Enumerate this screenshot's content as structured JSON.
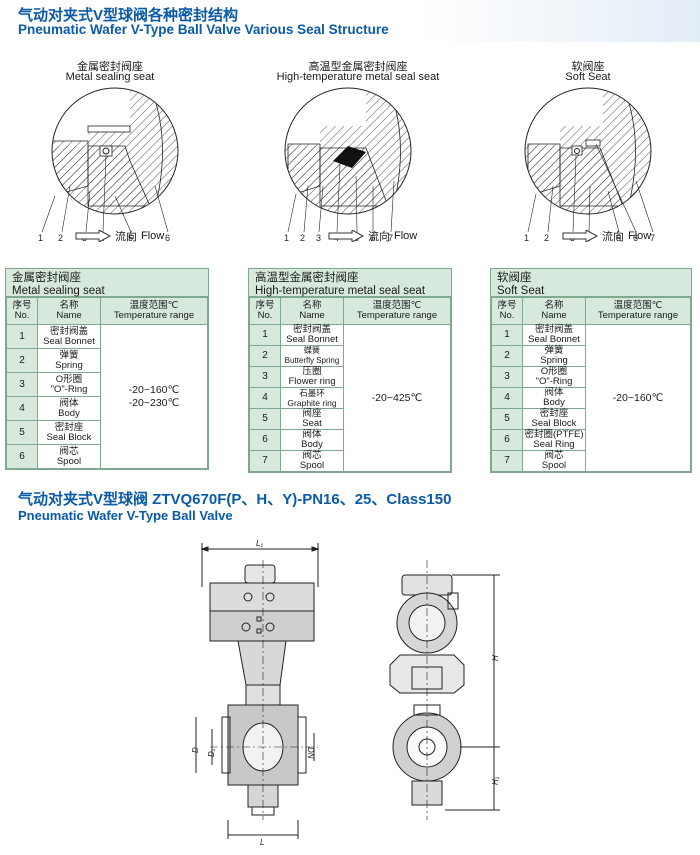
{
  "header": {
    "title_cn": "气动对夹式V型球阀各种密封结构",
    "title_en": "Pneumatic Wafer V-Type Ball Valve Various Seal Structure"
  },
  "diagrams": [
    {
      "cap_cn": "金属密封阀座",
      "cap_en": "Metal sealing seat",
      "labels": [
        "1",
        "2",
        "3",
        "4",
        "5",
        "6"
      ]
    },
    {
      "cap_cn": "高温型金属密封阀座",
      "cap_en": "High-temperature metal seal seat",
      "labels": [
        "1",
        "2",
        "3",
        "4",
        "5",
        "6",
        "7"
      ]
    },
    {
      "cap_cn": "软阀座",
      "cap_en": "Soft Seat",
      "labels": [
        "1",
        "2",
        "3",
        "4",
        "5",
        "6",
        "7"
      ]
    }
  ],
  "flow": {
    "cn": "流向",
    "en": "Flow"
  },
  "table_headers": {
    "no_cn": "序号",
    "no_en": "No.",
    "name_cn": "名称",
    "name_en": "Name",
    "temp_cn": "温度范围℃",
    "temp_en": "Temperature range"
  },
  "tables": [
    {
      "title_cn": "金属密封阀座",
      "title_en": "Metal sealing seat",
      "rows": [
        {
          "no": "1",
          "cn": "密封阀盖",
          "en": "Seal Bonnet"
        },
        {
          "no": "2",
          "cn": "弹簧",
          "en": "Spring"
        },
        {
          "no": "3",
          "cn": "O形圈",
          "en": "\"O\"-Ring"
        },
        {
          "no": "4",
          "cn": "阀体",
          "en": "Body"
        },
        {
          "no": "5",
          "cn": "密封座",
          "en": "Seal Block"
        },
        {
          "no": "6",
          "cn": "阀芯",
          "en": "Spool"
        }
      ],
      "range": [
        "-20~160℃",
        "-20~230℃"
      ]
    },
    {
      "title_cn": "高温型金属密封阀座",
      "title_en": "High-temperature metal seal seat",
      "rows": [
        {
          "no": "1",
          "cn": "密封阀盖",
          "en": "Seal Bonnet"
        },
        {
          "no": "2",
          "cn": "蝶簧",
          "en": "Butterfly Spring"
        },
        {
          "no": "3",
          "cn": "压圈",
          "en": "Flower ring"
        },
        {
          "no": "4",
          "cn": "石墨环",
          "en": "Graphite ring"
        },
        {
          "no": "5",
          "cn": "阀座",
          "en": "Seat"
        },
        {
          "no": "6",
          "cn": "阀体",
          "en": "Body"
        },
        {
          "no": "7",
          "cn": "阀芯",
          "en": "Spool"
        }
      ],
      "range": [
        "-20~425℃"
      ]
    },
    {
      "title_cn": "软阀座",
      "title_en": "Soft Seat",
      "rows": [
        {
          "no": "1",
          "cn": "密封阀盖",
          "en": "Seal Bonnet"
        },
        {
          "no": "2",
          "cn": "弹簧",
          "en": "Spring"
        },
        {
          "no": "3",
          "cn": "O形圈",
          "en": "\"O\"-Ring"
        },
        {
          "no": "4",
          "cn": "阀体",
          "en": "Body"
        },
        {
          "no": "5",
          "cn": "密封座",
          "en": "Seal Block"
        },
        {
          "no": "6",
          "cn": "密封圈(PTFE)",
          "en": "Seal Ring"
        },
        {
          "no": "7",
          "cn": "阀芯",
          "en": "Spool"
        }
      ],
      "range": [
        "-20~160℃"
      ]
    }
  ],
  "section2": {
    "title_cn": "气动对夹式V型球阀 ZTVQ670F(P、H、Y)-PN16、25、Class150",
    "title_en": "Pneumatic Wafer V-Type Ball Valve"
  },
  "dims": {
    "L1": "L₁",
    "H": "H",
    "H1": "H₁",
    "D": "D",
    "D1": "D₁",
    "DN": "DN",
    "L": "L"
  }
}
